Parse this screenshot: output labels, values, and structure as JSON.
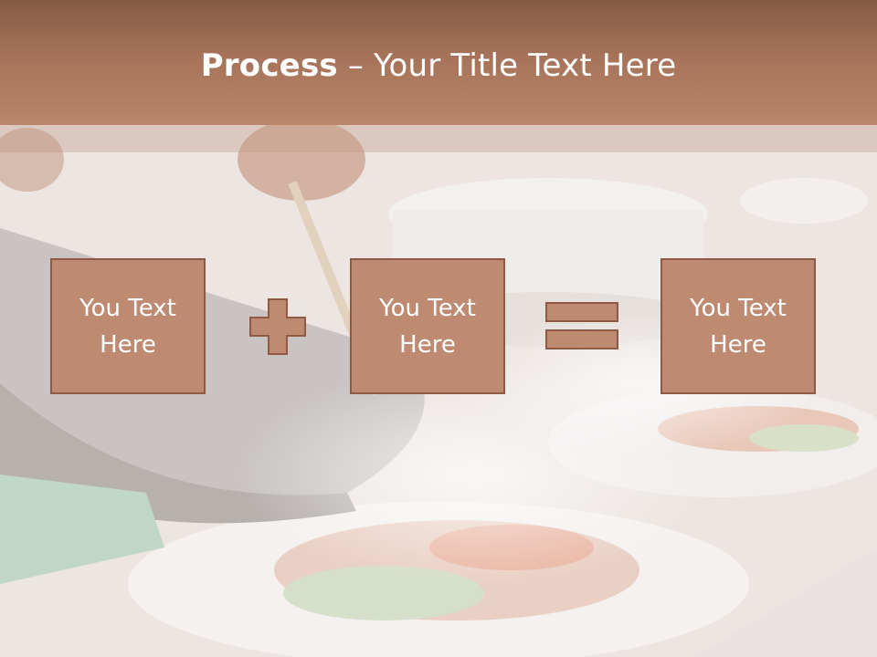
{
  "slide": {
    "title_bold": "Process",
    "title_rest": " – Your Title Text Here",
    "boxes": [
      {
        "text": "You Text\nHere"
      },
      {
        "text": "You Text\nHere"
      },
      {
        "text": "You Text\nHere"
      }
    ],
    "operators": [
      "plus-icon",
      "equals-icon"
    ]
  },
  "colors": {
    "header": "#A6735A",
    "box_fill": "#BF8A72",
    "box_border": "#8F5A44",
    "text": "#FFFFFF"
  }
}
